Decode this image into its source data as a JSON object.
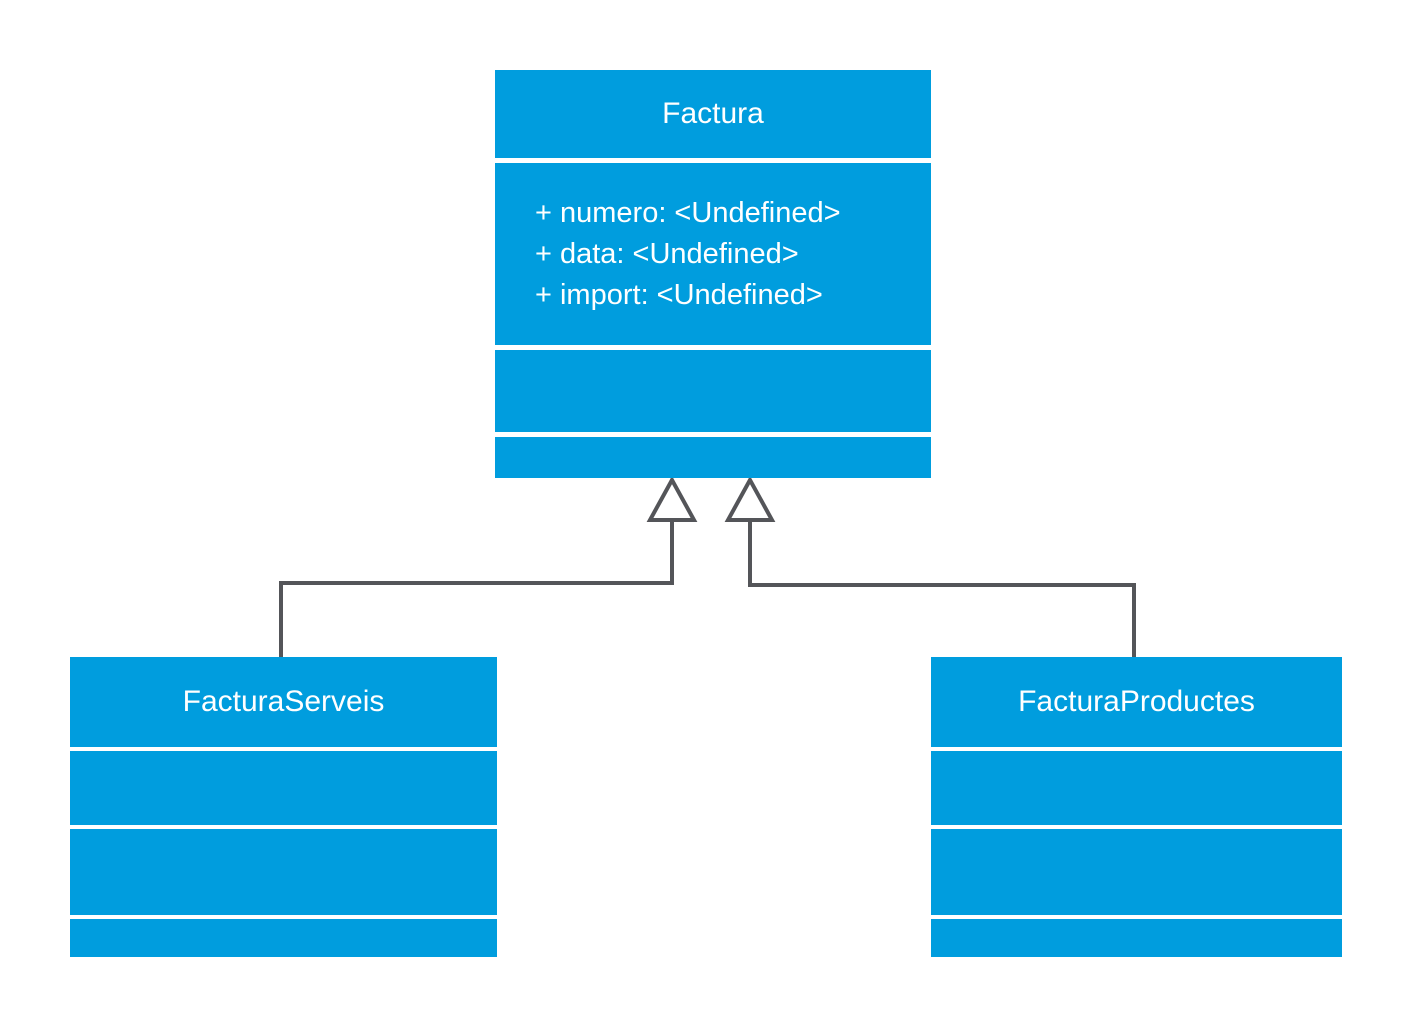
{
  "diagram": {
    "kind": "uml-class-diagram",
    "classes": [
      {
        "id": "factura",
        "name": "Factura",
        "attributes": [
          "+ numero: <Undefined>",
          "+ data: <Undefined>",
          "+ import: <Undefined>"
        ],
        "methods": []
      },
      {
        "id": "facturaServeis",
        "name": "FacturaServeis",
        "attributes": [],
        "methods": []
      },
      {
        "id": "facturaProductes",
        "name": "FacturaProductes",
        "attributes": [],
        "methods": []
      }
    ],
    "relations": [
      {
        "type": "generalization",
        "from": "FacturaServeis",
        "to": "Factura"
      },
      {
        "type": "generalization",
        "from": "FacturaProductes",
        "to": "Factura"
      }
    ]
  },
  "colors": {
    "class_fill": "#009DDE",
    "class_text": "#FFFFFF",
    "connector": "#545559",
    "arrowhead_fill": "#FFFFFF",
    "canvas_background": "#FFFFFF"
  }
}
